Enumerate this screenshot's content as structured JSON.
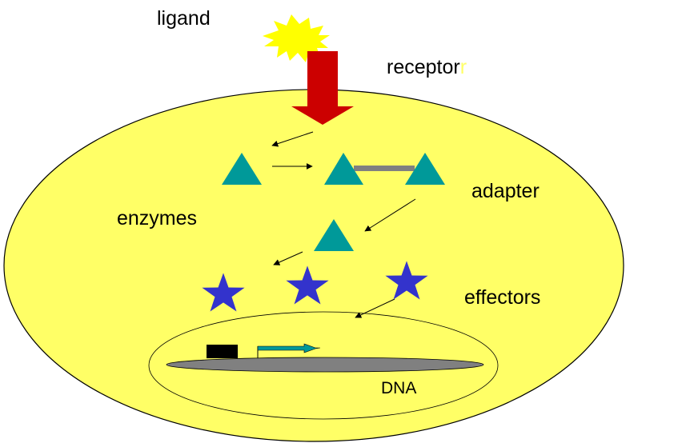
{
  "diagram": {
    "title": "Cell signaling pathway",
    "labels": {
      "ligand": "ligand",
      "receptor": "receptor",
      "receptor_suffix": "r",
      "adapter": "adapter",
      "enzymes": "enzymes",
      "effectors": "effectors",
      "dna": "DNA"
    },
    "colors": {
      "cell": "#ffff66",
      "ligand": "#ffff00",
      "receptor": "#cc0000",
      "enzyme": "#009999",
      "adapter_link": "#808080",
      "effector": "#3333cc",
      "dna": "#808080",
      "promoter": "#000000",
      "transcript_arrow": "#009999",
      "outline": "#000000"
    },
    "nodes": [
      {
        "id": "ligand",
        "shape": "starburst"
      },
      {
        "id": "receptor",
        "shape": "block-arrow-down"
      },
      {
        "id": "enzyme-1",
        "shape": "triangle"
      },
      {
        "id": "enzyme-2",
        "shape": "triangle"
      },
      {
        "id": "enzyme-3",
        "shape": "triangle"
      },
      {
        "id": "enzyme-4",
        "shape": "triangle"
      },
      {
        "id": "effector-1",
        "shape": "star"
      },
      {
        "id": "effector-2",
        "shape": "star"
      },
      {
        "id": "effector-3",
        "shape": "star"
      },
      {
        "id": "nucleus",
        "shape": "ellipse"
      },
      {
        "id": "dna",
        "shape": "ellipse"
      },
      {
        "id": "promoter",
        "shape": "rect"
      },
      {
        "id": "transcript",
        "shape": "arrow"
      }
    ],
    "edges": [
      {
        "from": "receptor",
        "to": "enzyme-1"
      },
      {
        "from": "enzyme-1",
        "to": "enzyme-2"
      },
      {
        "from": "enzyme-2",
        "to": "enzyme-3",
        "type": "adapter-link"
      },
      {
        "from": "enzyme-3",
        "to": "enzyme-4"
      },
      {
        "from": "enzyme-4",
        "to": "effector-1"
      },
      {
        "from": "effector-3",
        "to": "nucleus"
      }
    ]
  }
}
